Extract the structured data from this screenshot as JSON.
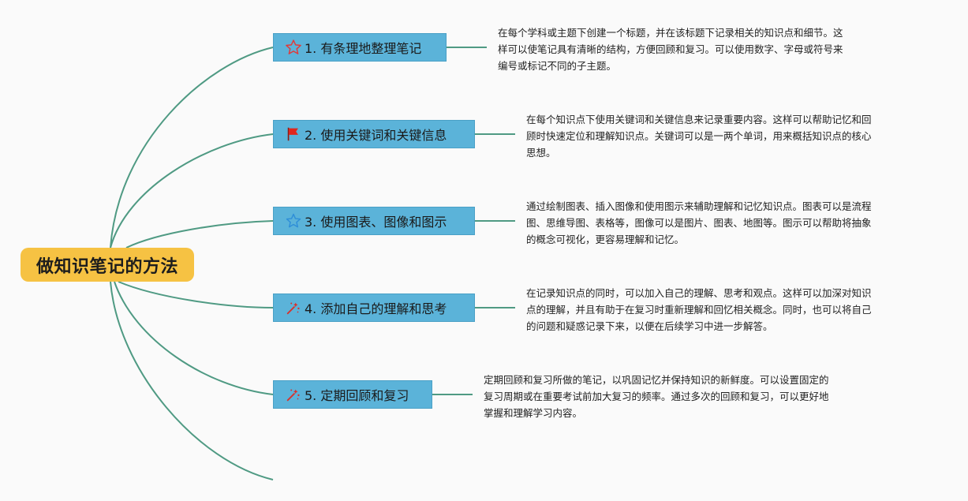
{
  "root": {
    "title": "做知识笔记的方法"
  },
  "topics": [
    {
      "label": "1. 有条理地整理笔记",
      "icon": "star-outline-icon",
      "icon_color": "#e03a3a",
      "note": [
        "在每个学科或主题下创建一个标题，并在该标题下记录相关的知识点和细节。这",
        "样可以使笔记具有清晰的结构，方便回顾和复习。可以使用数字、字母或符号来",
        "编号或标记不同的子主题。"
      ]
    },
    {
      "label": "2. 使用关键词和关键信息",
      "icon": "red-flag-icon",
      "icon_color": "#e0261d",
      "note": [
        "在每个知识点下使用关键词和关键信息来记录重要内容。这样可以帮助记忆和回",
        "顾时快速定位和理解知识点。关键词可以是一两个单词，用来概括知识点的核心",
        "思想。"
      ]
    },
    {
      "label": "3. 使用图表、图像和图示",
      "icon": "blue-star-icon",
      "icon_color": "#2f8fd8",
      "note": [
        "通过绘制图表、插入图像和使用图示来辅助理解和记忆知识点。图表可以是流程",
        "图、思维导图、表格等，图像可以是图片、图表、地图等。图示可以帮助将抽象",
        "的概念可视化，更容易理解和记忆。"
      ]
    },
    {
      "label": "4. 添加自己的理解和思考",
      "icon": "sparkle-wand-icon",
      "icon_color": "#d8322c",
      "note": [
        "在记录知识点的同时，可以加入自己的理解、思考和观点。这样可以加深对知识",
        "点的理解，并且有助于在复习时重新理解和回忆相关概念。同时，也可以将自己",
        "的问题和疑惑记录下来，以便在后续学习中进一步解答。"
      ]
    },
    {
      "label": "5. 定期回顾和复习",
      "icon": "sparkle-wand-icon",
      "icon_color": "#d8322c",
      "note": [
        "定期回顾和复习所做的笔记，以巩固记忆并保持知识的新鲜度。可以设置固定的",
        "复习周期或在重要考试前加大复习的频率。通过多次的回顾和复习，可以更好地",
        "掌握和理解学习内容。"
      ]
    }
  ],
  "colors": {
    "branch": "#4f9a83",
    "root_fill": "#f6c243",
    "topic_fill": "#5bb3d9"
  }
}
